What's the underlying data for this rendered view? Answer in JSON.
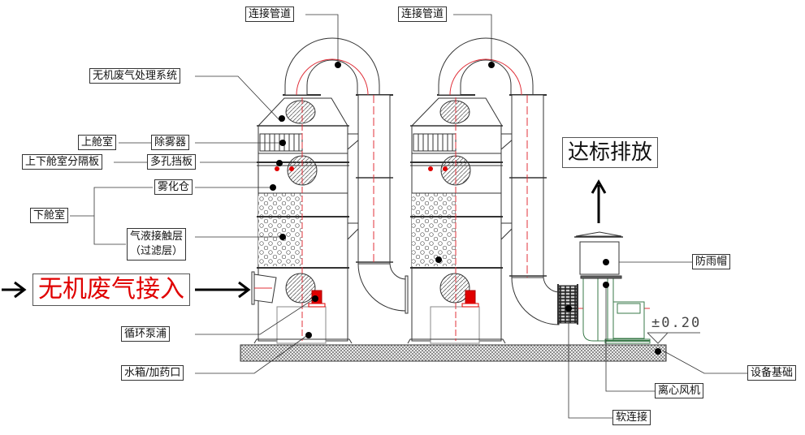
{
  "title": "无机废气处理系统",
  "labels": {
    "connecting_pipe_1": "连接管道",
    "connecting_pipe_2": "连接管道",
    "system": "无机废气处理系统",
    "upper_chamber": "上舱室",
    "demister": "除雾器",
    "partition": "上下舱室分隔板",
    "baffle": "多孔挡板",
    "atomizer": "雾化仓",
    "lower_chamber": "下舱室",
    "contact_layer": "气液接触层\n（过滤层）",
    "inlet": "无机废气接入",
    "pump": "循环泵浦",
    "tank": "水箱/加药口",
    "discharge": "达标排放",
    "rain_cap": "防雨帽",
    "foundation": "设备基础",
    "fan": "离心风机",
    "soft_joint": "软连接",
    "elevation": "±0.20"
  },
  "colors": {
    "line": "#333333",
    "centerline": "#e0303a",
    "accent_red": "#e00000",
    "fan_green": "#3a7a4a",
    "hatch": "#555555"
  }
}
